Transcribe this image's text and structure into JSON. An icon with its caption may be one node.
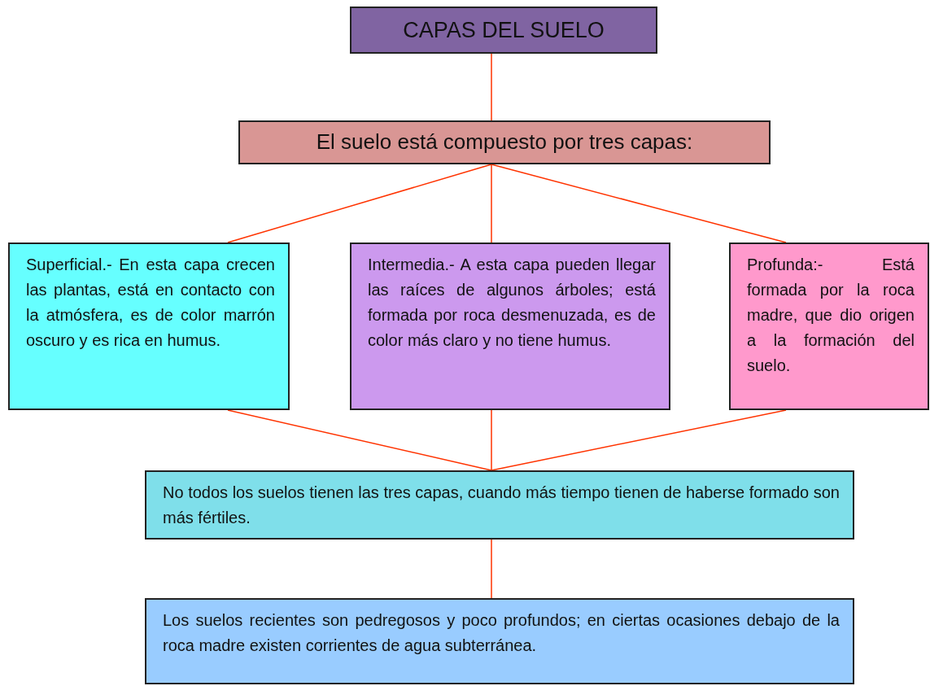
{
  "diagram": {
    "nodes": [
      {
        "text": [
          "CAPAS DEL SUELO"
        ]
      },
      {
        "text": [
          "El suelo está compuesto por tres capas:"
        ]
      },
      {
        "text": [
          "Superficial.- En esta capa crecen las plantas, está en contacto con la atmósfera, es de color marrón oscuro y es rica en humus."
        ]
      },
      {
        "text": [
          "Intermedia.- A esta capa pueden llegar las raíces de algunos árboles; está formada por roca desmenuzada, es de color más claro y no tiene humus."
        ]
      },
      {
        "text": [
          "Profunda:- Está formada por la roca madre, que dio origen a la formación del suelo."
        ]
      },
      {
        "text": [
          "No todos  los suelos tienen las tres capas, cuando más tiempo tienen de haberse formado son más fértiles."
        ]
      },
      {
        "text": [
          "Los suelos recientes son pedregosos y poco profundos; en ciertas ocasiones debajo de la roca madre existen corrientes de agua subterránea."
        ]
      }
    ],
    "edges": [
      {
        "from": 0,
        "to": 1,
        "arrow": "none"
      },
      {
        "from": 1,
        "to": 2,
        "arrow": "none"
      },
      {
        "from": 1,
        "to": 3,
        "arrow": "none"
      },
      {
        "from": 1,
        "to": 4,
        "arrow": "none"
      },
      {
        "from": 2,
        "to": 5,
        "arrow": "none"
      },
      {
        "from": 3,
        "to": 5,
        "arrow": "none"
      },
      {
        "from": 4,
        "to": 5,
        "arrow": "none"
      },
      {
        "from": 5,
        "to": 6,
        "arrow": "none"
      }
    ]
  }
}
